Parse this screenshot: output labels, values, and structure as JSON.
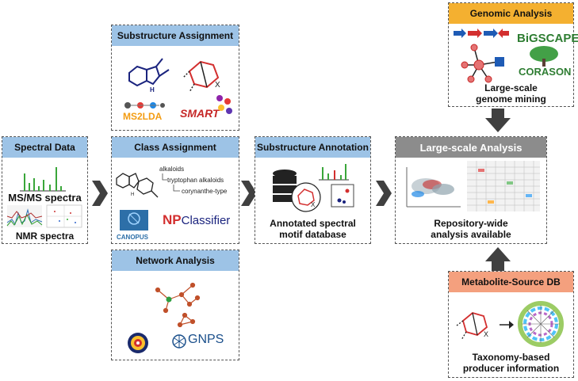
{
  "spectral": {
    "title": "Spectral Data",
    "ms": "MS/MS spectra",
    "nmr": "NMR spectra"
  },
  "substructure_assignment": {
    "title": "Substructure Assignment",
    "ms2lda": "MS2LDA",
    "smart": "SMART"
  },
  "class_assignment": {
    "title": "Class Assignment",
    "alk": "alkaloids",
    "trp": "tryptophan alkaloids",
    "cor": "corynanthe-type",
    "canopus": "CANOPUS",
    "npc_np": "NP",
    "npc_rest": "Classifier"
  },
  "network": {
    "title": "Network Analysis",
    "gnps": "GNPS"
  },
  "substructure_annotation": {
    "title": "Substructure Annotation",
    "label1": "Annotated spectral",
    "label2": "motif database"
  },
  "large_scale": {
    "title": "Large-scale  Analysis",
    "label1": "Repository-wide",
    "label2": "analysis available"
  },
  "genomic": {
    "title": "Genomic Analysis",
    "bigscape": "BiGSCAPE",
    "corason": "CORASON",
    "label1": "Large-scale",
    "label2": "genome mining"
  },
  "metabolite": {
    "title": "Metabolite-Source DB",
    "label1": "Taxonomy-based",
    "label2": "producer information"
  },
  "colors": {
    "blue_header": "#9dc3e6",
    "grey_header": "#8c8c8c",
    "orange_header": "#f4b030",
    "salmon_header": "#f4a07e",
    "arrow": "#404040"
  }
}
